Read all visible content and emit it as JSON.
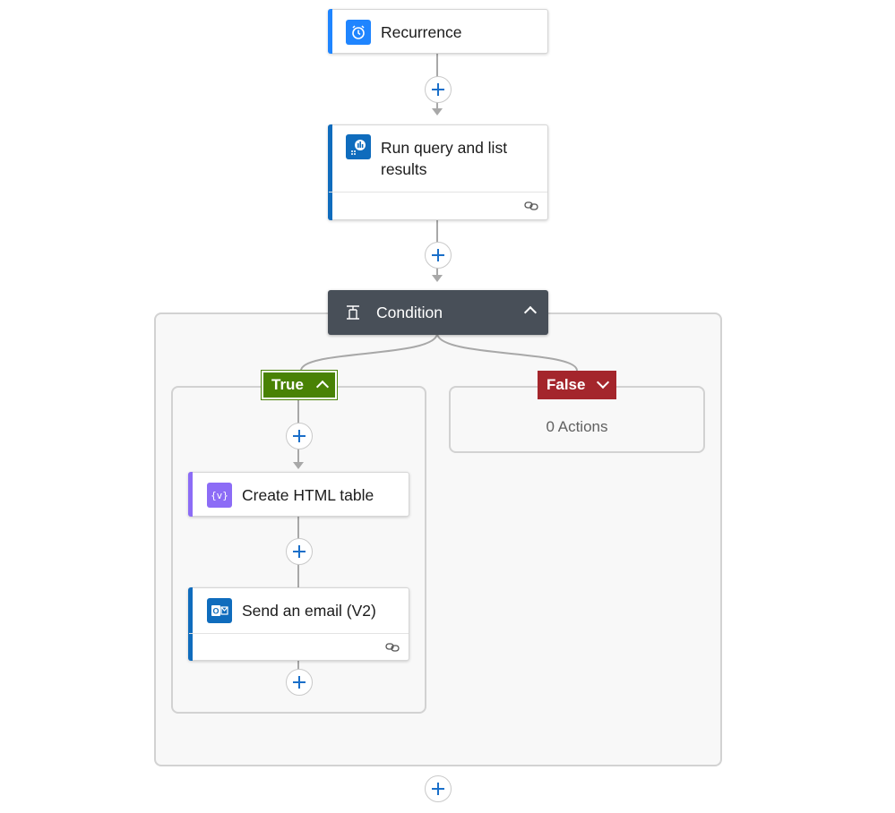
{
  "flow": {
    "recurrence": {
      "title": "Recurrence",
      "icon": "alarm-clock-icon",
      "accent": "#1f85ff"
    },
    "run_query": {
      "title_line1": "Run query and list",
      "title_line2": "results",
      "icon": "log-analytics-icon",
      "accent": "#0f6cbd"
    },
    "condition": {
      "title": "Condition",
      "icon": "condition-icon",
      "header_color": "#484f58"
    },
    "true_branch": {
      "label": "True",
      "color": "#498205",
      "actions": [
        {
          "title": "Create HTML table",
          "icon": "data-operations-icon",
          "accent": "#8c6cf6"
        },
        {
          "title": "Send an email (V2)",
          "icon": "outlook-icon",
          "accent": "#0f6cbd"
        }
      ]
    },
    "false_branch": {
      "label": "False",
      "color": "#a4262c",
      "empty_text": "0 Actions"
    },
    "connection_icon": "link-icon",
    "add_icon": "plus-icon"
  }
}
